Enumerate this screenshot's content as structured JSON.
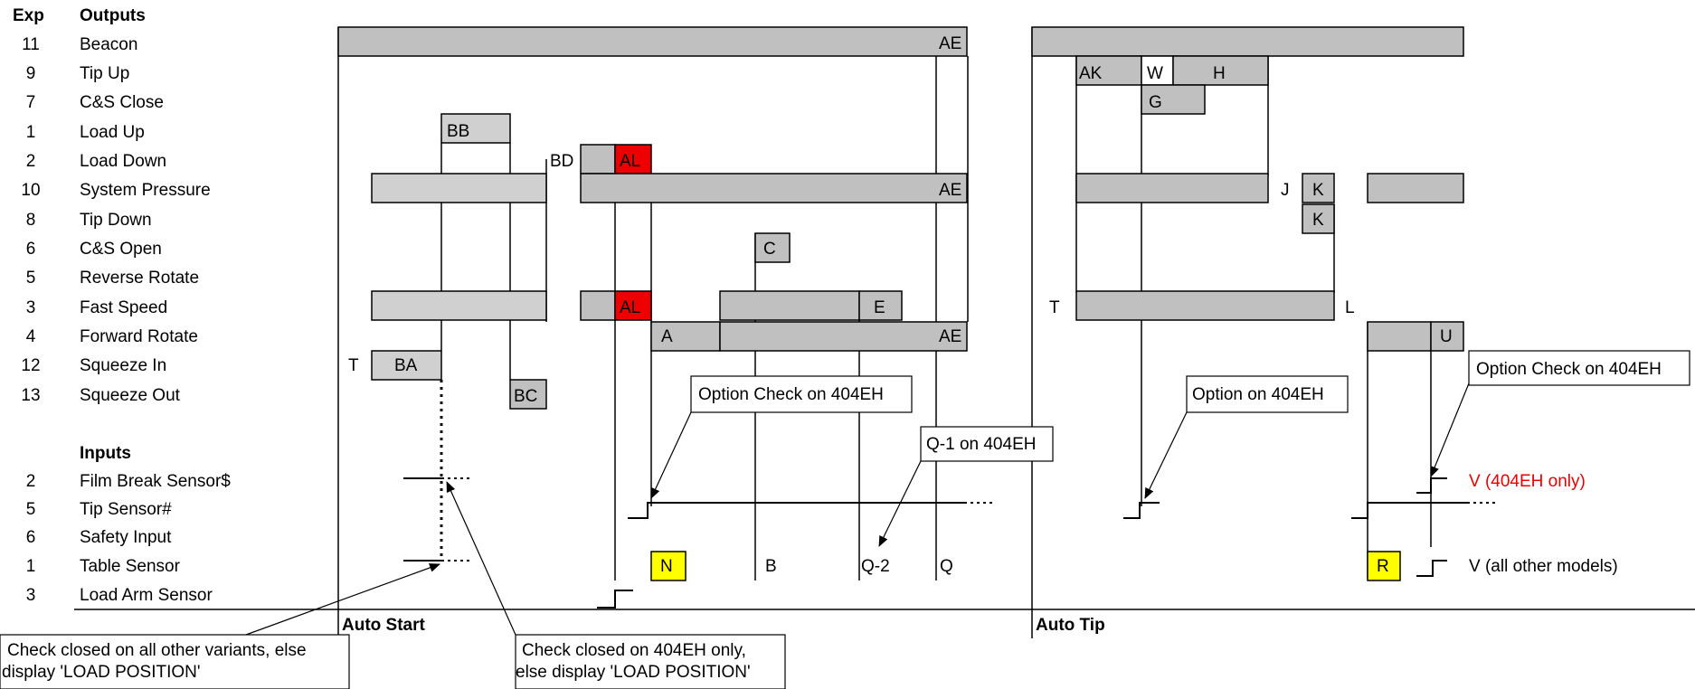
{
  "header": {
    "exp": "Exp",
    "outputs": "Outputs",
    "inputs": "Inputs"
  },
  "outputs": [
    {
      "exp": "11",
      "name": "Beacon"
    },
    {
      "exp": "9",
      "name": "Tip Up"
    },
    {
      "exp": "7",
      "name": "C&S Close"
    },
    {
      "exp": "1",
      "name": "Load Up"
    },
    {
      "exp": "2",
      "name": "Load Down"
    },
    {
      "exp": "10",
      "name": "System Pressure"
    },
    {
      "exp": "8",
      "name": "Tip Down"
    },
    {
      "exp": "6",
      "name": "C&S Open"
    },
    {
      "exp": "5",
      "name": "Reverse Rotate"
    },
    {
      "exp": "3",
      "name": "Fast Speed"
    },
    {
      "exp": "4",
      "name": "Forward Rotate"
    },
    {
      "exp": "12",
      "name": "Squeeze In"
    },
    {
      "exp": "13",
      "name": "Squeeze Out"
    }
  ],
  "inputs": [
    {
      "exp": "2",
      "name": "Film Break Sensor$"
    },
    {
      "exp": "5",
      "name": "Tip Sensor#"
    },
    {
      "exp": "6",
      "name": "Safety Input"
    },
    {
      "exp": "1",
      "name": "Table Sensor"
    },
    {
      "exp": "3",
      "name": "Load Arm Sensor"
    }
  ],
  "sections": {
    "auto_start": "Auto Start",
    "auto_tip": "Auto Tip"
  },
  "step_labels": {
    "ae": "AE",
    "bb": "BB",
    "bd": "BD",
    "al": "AL",
    "c": "C",
    "e": "E",
    "a": "A",
    "t": "T",
    "ba": "BA",
    "bc": "BC",
    "n": "N",
    "b": "B",
    "q2": "Q-2",
    "q": "Q",
    "ak": "AK",
    "w": "W",
    "h": "H",
    "g": "G",
    "j": "J",
    "k": "K",
    "l": "L",
    "u": "U",
    "r": "R"
  },
  "legend": {
    "v_404eh": "V (404EH only)",
    "v_other": "V (all other models)"
  },
  "callouts": {
    "option_check_1": "Option Check on 404EH",
    "q1": "Q-1 on 404EH",
    "option_on": "Option on 404EH",
    "option_check_2": "Option Check on 404EH",
    "check_all_line1": "Check closed on all other variants, else",
    "check_all_line2": "display 'LOAD POSITION'",
    "check_404_line1": "Check closed on 404EH only,",
    "check_404_line2": "else display 'LOAD POSITION'"
  },
  "colors": {
    "bar_dark": "#c0c0c0",
    "bar_light": "#d0d0d0",
    "alarm": "#ee0000",
    "highlight": "#ffff00",
    "text_red": "#ee0000"
  }
}
